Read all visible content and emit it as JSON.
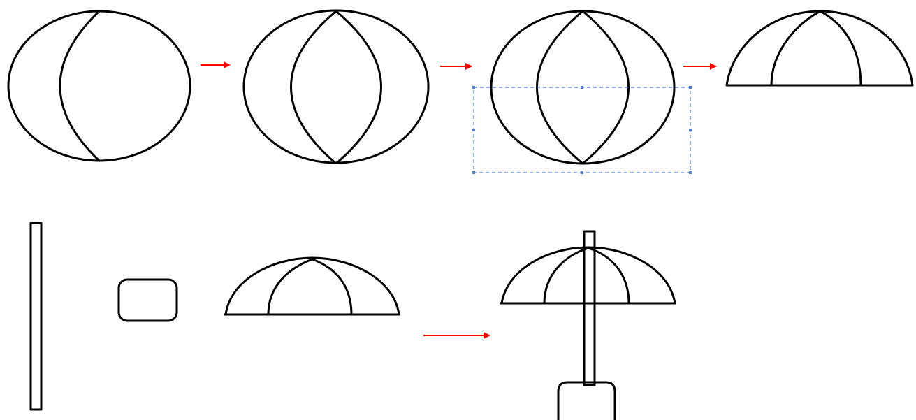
{
  "colors": {
    "outline": "#000000",
    "arrow": "#ff0000",
    "selection": "#4a7fd8",
    "canopy_outer": "#00ffff",
    "canopy_inner": "#8080ff",
    "pole": "#ffff80",
    "handle": "#808080",
    "background": "#ffffff"
  },
  "steps": [
    {
      "name": "circle-with-one-arc",
      "shape": "ellipse-single-arc"
    },
    {
      "name": "circle-with-lens",
      "shape": "ellipse-lens"
    },
    {
      "name": "lens-with-selection-box",
      "shape": "ellipse-lens-selected"
    },
    {
      "name": "half-dome-canopy-outline",
      "shape": "half-dome"
    }
  ],
  "parts": [
    {
      "name": "pole",
      "fill": "pole"
    },
    {
      "name": "handle",
      "fill": "handle"
    },
    {
      "name": "canopy",
      "fill": [
        "canopy_outer",
        "canopy_inner"
      ]
    }
  ],
  "result": {
    "name": "assembled-umbrella"
  }
}
